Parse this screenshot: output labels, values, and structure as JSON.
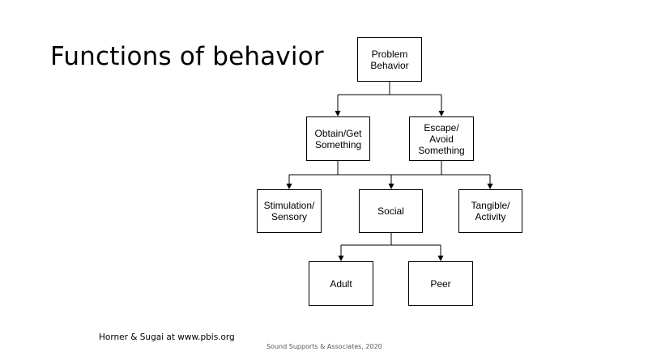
{
  "title": "Functions of behavior",
  "nodes": {
    "problem_behavior": "Problem\nBehavior",
    "obtain_get": "Obtain/Get\nSomething",
    "escape_avoid": "Escape/\nAvoid\nSomething",
    "stimulation_sensory": "Stimulation/\nSensory",
    "social": "Social",
    "tangible_activity": "Tangible/\nActivity",
    "adult": "Adult",
    "peer": "Peer"
  },
  "credit": "Horner & Sugai at www.pbis.org",
  "footer": "Sound Supports & Associates, 2020",
  "colors": {
    "line": "#000000",
    "background": "#ffffff",
    "footer_text": "#555555"
  }
}
